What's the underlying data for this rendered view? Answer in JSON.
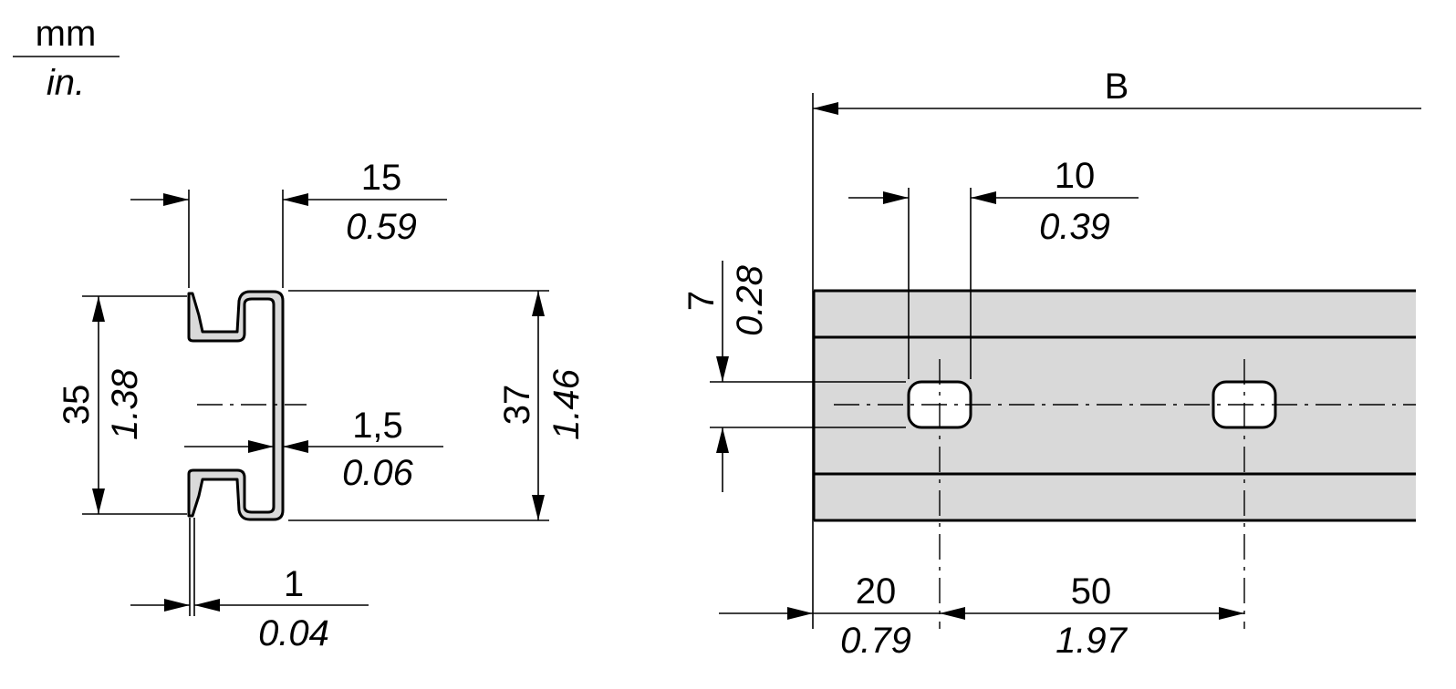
{
  "units": {
    "primary": "mm",
    "secondary": "in."
  },
  "colors": {
    "line": "#000000",
    "rail_fill": "#d9d9d9",
    "background": "#ffffff"
  },
  "profile": {
    "flange_width": {
      "mm": "15",
      "in": "0.59"
    },
    "inner_height": {
      "mm": "35",
      "in": "1.38"
    },
    "outer_height": {
      "mm": "37",
      "in": "1.46"
    },
    "web_thickness": {
      "mm": "1,5",
      "in": "0.06"
    },
    "material_thickness": {
      "mm": "1",
      "in": "0.04"
    }
  },
  "rail": {
    "length": {
      "label": "B"
    },
    "slot_length": {
      "mm": "10",
      "in": "0.39"
    },
    "slot_width": {
      "mm": "7",
      "in": "0.28"
    },
    "first_slot_offset": {
      "mm": "20",
      "in": "0.79"
    },
    "slot_pitch": {
      "mm": "50",
      "in": "1.97"
    }
  }
}
